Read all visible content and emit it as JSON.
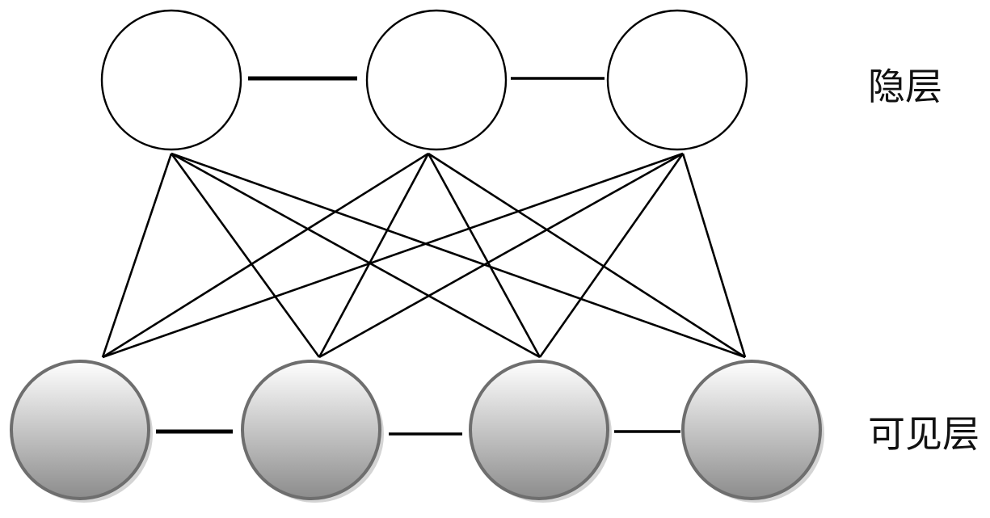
{
  "layers": {
    "hidden": {
      "label": "隐层",
      "node_count": 3,
      "node_style": "white-fill",
      "intra_layer_links": [
        [
          0,
          1
        ],
        [
          1,
          2
        ]
      ]
    },
    "visible": {
      "label": "可见层",
      "node_count": 4,
      "node_style": "gray-gradient-shadow",
      "intra_layer_links": [
        [
          0,
          1
        ],
        [
          1,
          2
        ],
        [
          2,
          3
        ]
      ]
    }
  },
  "inter_layer_links": "full",
  "colors": {
    "stroke": "#000000",
    "visible_stroke": "#6e6e6e",
    "visible_fill_top": "#ffffff",
    "visible_fill_bottom": "#8c8c8c",
    "shadow": "#b0b0b0",
    "hidden_fill": "#ffffff"
  }
}
